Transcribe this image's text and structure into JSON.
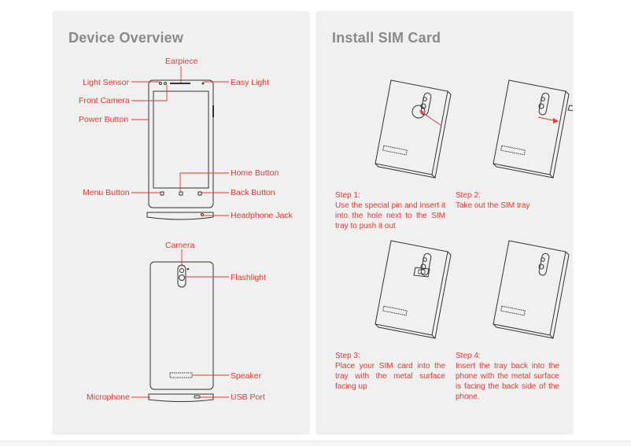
{
  "left_panel": {
    "title": "Device Overview",
    "front_labels": {
      "earpiece": "Earpiece",
      "light_sensor": "Light Sensor",
      "easy_light": "Easy Light",
      "front_camera": "Front Camera",
      "power_button": "Power Button",
      "home_button": "Home Button",
      "menu_button": "Menu Button",
      "back_button": "Back Button",
      "headphone_jack": "Headphone Jack"
    },
    "back_labels": {
      "camera": "Camera",
      "flashlight": "Flashlight",
      "speaker": "Speaker",
      "microphone": "Microphone",
      "usb_port": "USB Port"
    }
  },
  "right_panel": {
    "title": "Install SIM Card",
    "steps": [
      {
        "caption": "Step 1:",
        "text": "Use the special pin and insert it into the hole next to the SIM tray to push it out"
      },
      {
        "caption": "Step 2:",
        "text": "Take out the SIM tray"
      },
      {
        "caption": "Step 3:",
        "text": "Place your SIM card into the tray with the metal surface facing up"
      },
      {
        "caption": "Step 4:",
        "text": "Insert the tray back into the phone with the metal surface is facing the back side of the phone."
      }
    ]
  },
  "colors": {
    "accent": "#e3382e",
    "title": "#8a8a8a",
    "panel": "#f0f0f0"
  }
}
